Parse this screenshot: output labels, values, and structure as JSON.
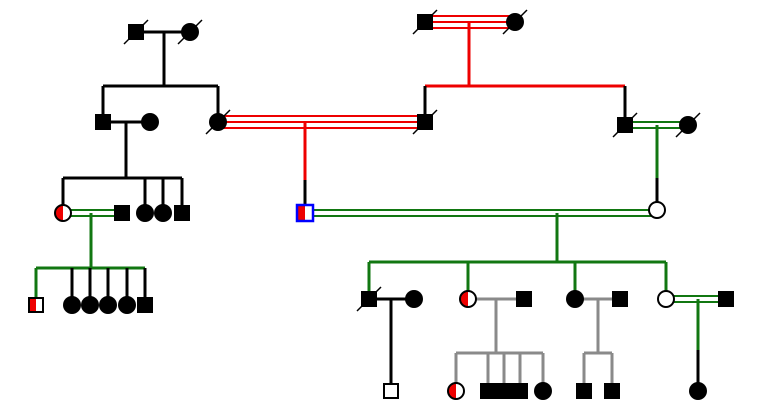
{
  "colors": {
    "black": "#000000",
    "red": "#ff0000",
    "green": "#117711",
    "gray": "#8a8a8a",
    "blue": "#0000ff",
    "white": "#ffffff"
  },
  "legend": {
    "male": "square",
    "female": "circle",
    "affected": "filled",
    "carrier": "half-filled-red",
    "deceased": "slash",
    "consanguinity": "double-line",
    "proband": "blue-outline"
  }
}
